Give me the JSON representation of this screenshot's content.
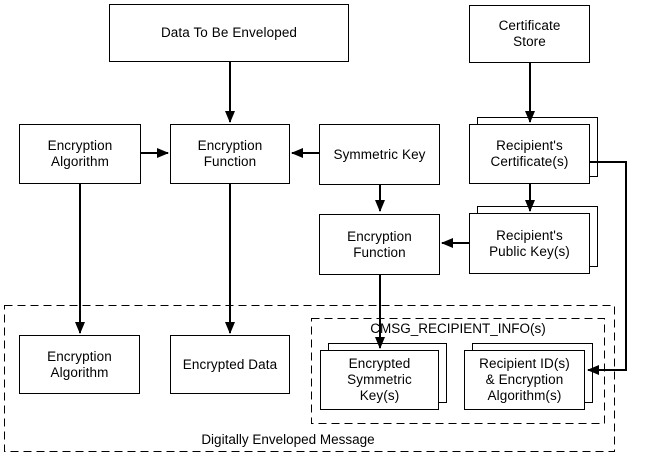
{
  "diagram": {
    "boxes": {
      "data_to_be_enveloped": "Data To Be Enveloped",
      "certificate_store": "Certificate\nStore",
      "encryption_algorithm_top": "Encryption\nAlgorithm",
      "encryption_function_top": "Encryption\nFunction",
      "symmetric_key": "Symmetric Key",
      "recipients_certificates": "Recipient's\nCertificate(s)",
      "encryption_function_right": "Encryption\nFunction",
      "recipients_public_keys": "Recipient's\nPublic Key(s)",
      "encryption_algorithm_bottom": "Encryption\nAlgorithm",
      "encrypted_data": "Encrypted Data",
      "encrypted_symmetric_keys": "Encrypted\nSymmetric\nKey(s)",
      "recipient_ids_algorithms": "Recipient ID(s)\n& Encryption\nAlgorithm(s)"
    },
    "containers": {
      "cmsg_recipient_info": "CMSG_RECIPIENT_INFO(s)",
      "digitally_enveloped_message": "Digitally Enveloped Message"
    },
    "colors": {
      "line": "#000000",
      "background": "#ffffff"
    }
  }
}
